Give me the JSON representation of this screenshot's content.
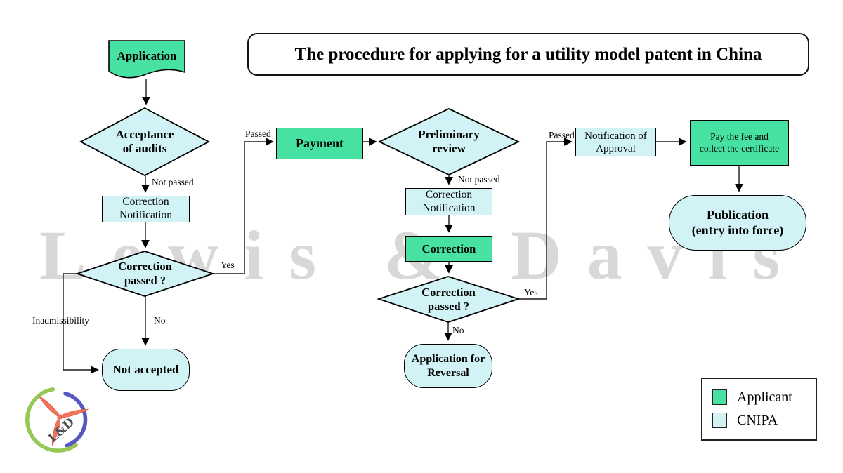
{
  "title": "The procedure for applying for a utility model patent in China",
  "watermark_text": "Lewis & Davis",
  "logo": {
    "text": "L&D"
  },
  "colors": {
    "applicant_fill": "#47e2a1",
    "cnipa_fill": "#d2f3f6",
    "watermark": "#d8d8d8",
    "line": "#1a1a1a"
  },
  "nodes": {
    "application": "Application",
    "acceptance_of_audits": "Acceptance\nof audits",
    "correction_notification_1": "Correction\nNotification",
    "correction_passed_1": "Correction\npassed ?",
    "not_accepted": "Not accepted",
    "payment": "Payment",
    "preliminary_review": "Preliminary\nreview",
    "correction_notification_2": "Correction\nNotification",
    "correction": "Correction",
    "correction_passed_2": "Correction\npassed ?",
    "application_for_reversal": "Application for\nReversal",
    "notification_of_approval": "Notification of\nApproval",
    "pay_fee": "Pay the fee and\ncollect the certificate",
    "publication": "Publication\n(entry into force)"
  },
  "edge_labels": {
    "passed_left": "Passed",
    "not_passed_left": "Not passed",
    "yes_left": "Yes",
    "no_left": "No",
    "inadmissibility": "Inadmissibility",
    "passed_right": "Passed",
    "not_passed_mid": "Not passed",
    "yes_mid": "Yes",
    "no_mid": "No"
  },
  "legend": {
    "applicant": "Applicant",
    "cnipa": "CNIPA"
  }
}
